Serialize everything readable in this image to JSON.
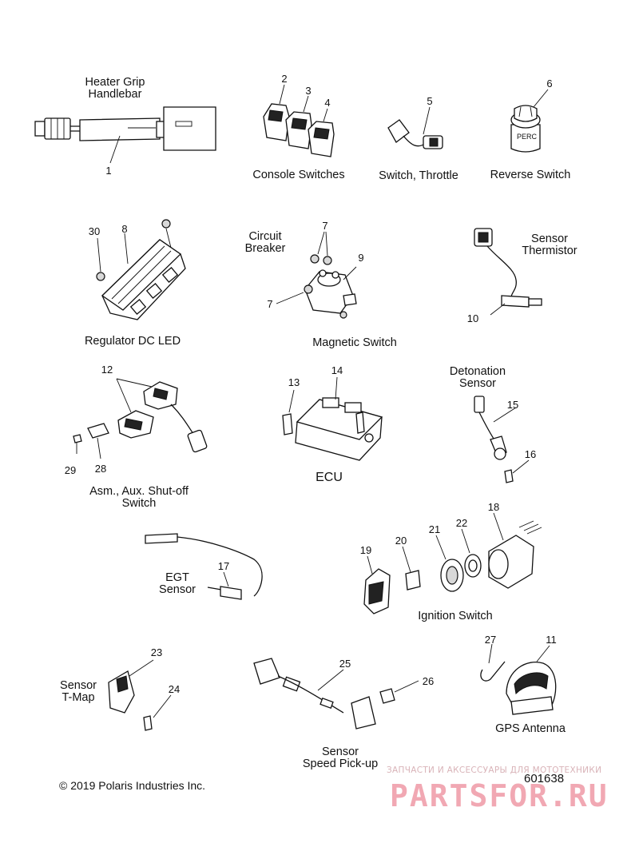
{
  "assemblies": {
    "heater_grip": "Heater Grip\nHandlebar",
    "console_switches": "Console Switches",
    "switch_throttle": "Switch, Throttle",
    "reverse_switch": "Reverse Switch",
    "regulator": "Regulator DC LED",
    "circuit_breaker": "Circuit\nBreaker",
    "magnetic_switch": "Magnetic Switch",
    "sensor_thermistor": "Sensor\nThermistor",
    "aux_shutoff": "Asm., Aux. Shut-off\nSwitch",
    "ecu": "ECU",
    "detonation_sensor": "Detonation\nSensor",
    "egt_sensor": "EGT\nSensor",
    "ignition_switch": "Ignition Switch",
    "sensor_tmap": "Sensor\nT-Map",
    "speed_pickup": "Sensor\nSpeed Pick-up",
    "gps_antenna": "GPS Antenna"
  },
  "part_numbers": {
    "n1": "1",
    "n2": "2",
    "n3": "3",
    "n4": "4",
    "n5": "5",
    "n6": "6",
    "n7a": "7",
    "n7b": "7",
    "n8": "8",
    "n9": "9",
    "n10": "10",
    "n11": "11",
    "n12": "12",
    "n13": "13",
    "n14": "14",
    "n15": "15",
    "n16": "16",
    "n17": "17",
    "n18": "18",
    "n19": "19",
    "n20": "20",
    "n21": "21",
    "n22": "22",
    "n23": "23",
    "n24": "24",
    "n25": "25",
    "n26": "26",
    "n27": "27",
    "n28": "28",
    "n29": "29",
    "n30": "30"
  },
  "part_marks": {
    "reverse_switch_text": "PERC"
  },
  "footer": {
    "copyright": "© 2019 Polaris Industries Inc.",
    "diagram_id": "601638",
    "watermark_top": "ЗАПЧАСТИ И АКСЕССУАРЫ ДЛЯ МОТОТЕХНИКИ",
    "watermark_logo": "PARTSFOR.RU"
  }
}
